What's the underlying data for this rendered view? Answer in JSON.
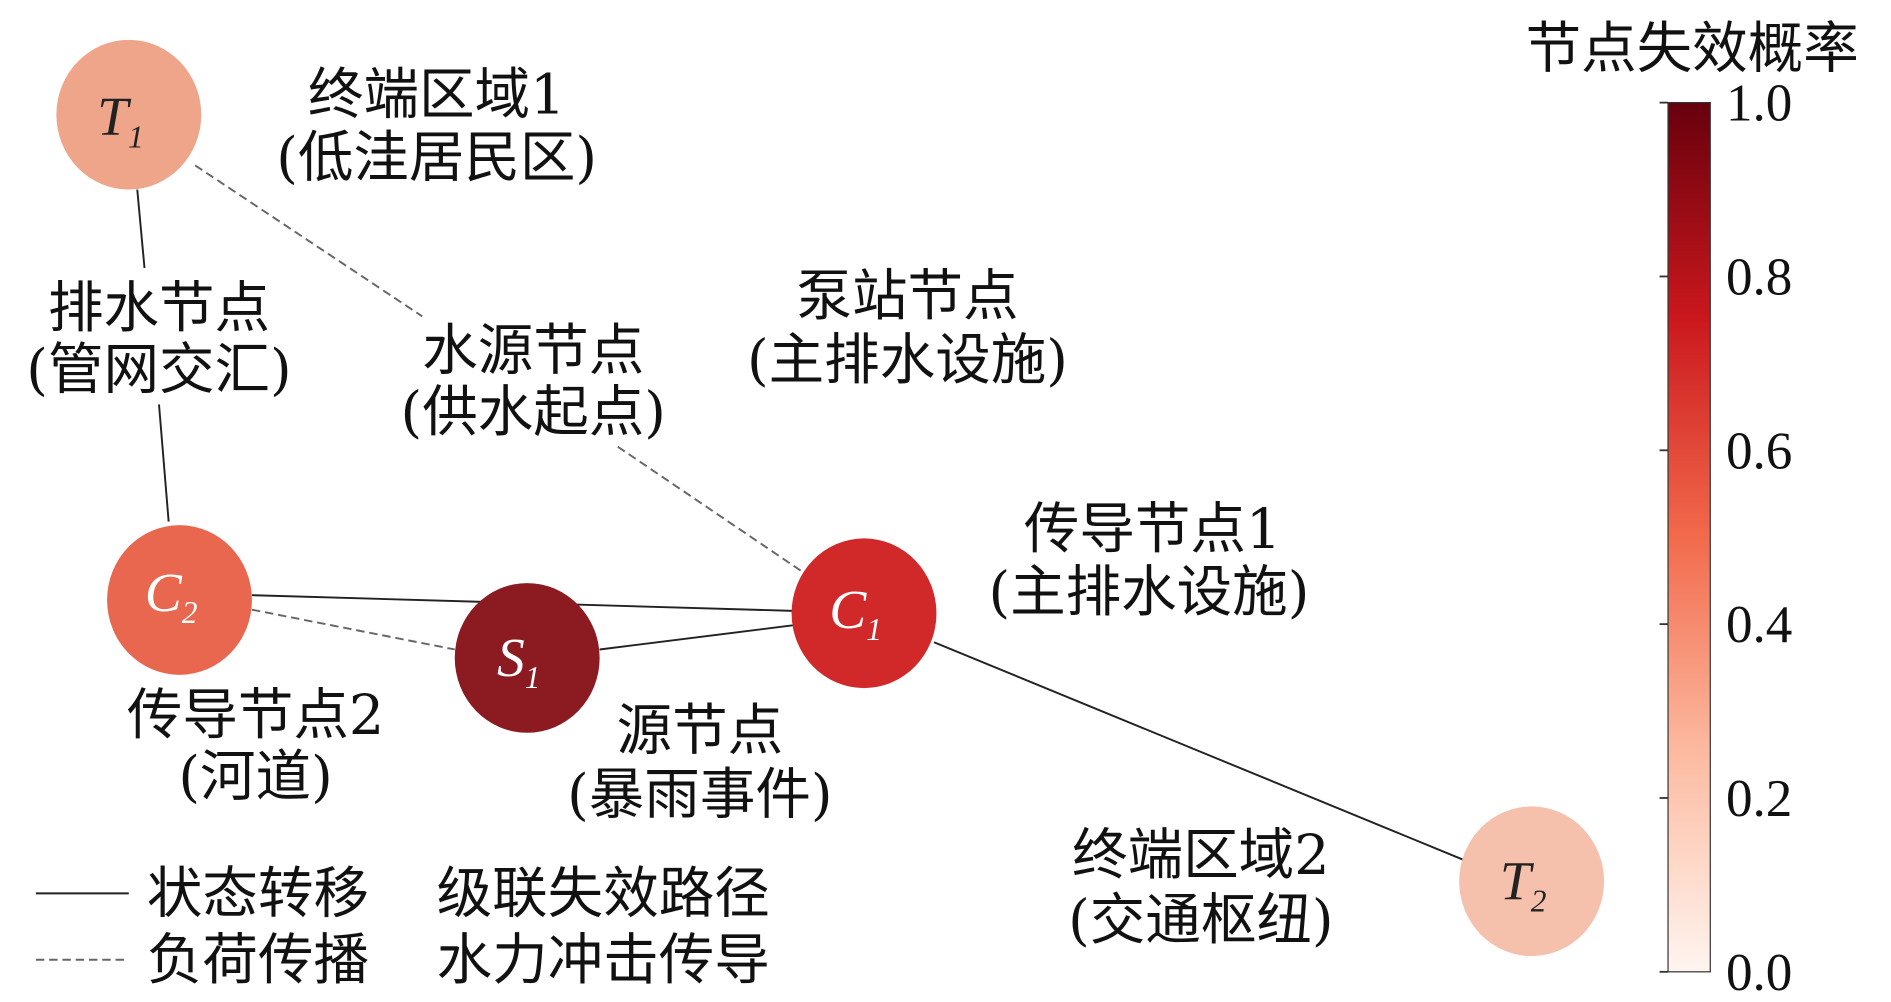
{
  "colorbar": {
    "title": "节点失效概率",
    "ticks": [
      "0.0",
      "0.2",
      "0.4",
      "0.6",
      "0.8",
      "1.0"
    ],
    "range": [
      0,
      1
    ],
    "colors": [
      "#fff5f0",
      "#fcbba1",
      "#fb6a4a",
      "#cb181d",
      "#67000d"
    ]
  },
  "nodes": {
    "T1": {
      "letter": "T",
      "sub": "1",
      "color": "#efa58a",
      "text_color": "#222",
      "label1": "终端区域1",
      "label2": "(低洼居民区)"
    },
    "T2": {
      "letter": "T",
      "sub": "2",
      "color": "#f5c1ac",
      "text_color": "#222",
      "label1": "终端区域2",
      "label2": "(交通枢纽)"
    },
    "C1": {
      "letter": "C",
      "sub": "1",
      "color": "#d1282a",
      "text_color": "#fff",
      "label1": "传导节点1",
      "label2": "(主排水设施)"
    },
    "C2": {
      "letter": "C",
      "sub": "2",
      "color": "#e8674e",
      "text_color": "#fff",
      "label1": "传导节点2",
      "label2": "(河道)"
    },
    "S1": {
      "letter": "S",
      "sub": "1",
      "color": "#8c1a21",
      "text_color": "#fff",
      "label1": "源节点",
      "label2": "(暴雨事件)"
    }
  },
  "annotations": {
    "drain": {
      "line1": "排水节点",
      "line2": "(管网交汇)"
    },
    "water": {
      "line1": "水源节点",
      "line2": "(供水起点)"
    },
    "pump": {
      "line1": "泵站节点",
      "line2": "(主排水设施)"
    }
  },
  "legend": {
    "solid": {
      "a": "状态转移",
      "b": "级联失效路径"
    },
    "dashed": {
      "a": "负荷传播",
      "b": "水力冲击传导"
    }
  }
}
